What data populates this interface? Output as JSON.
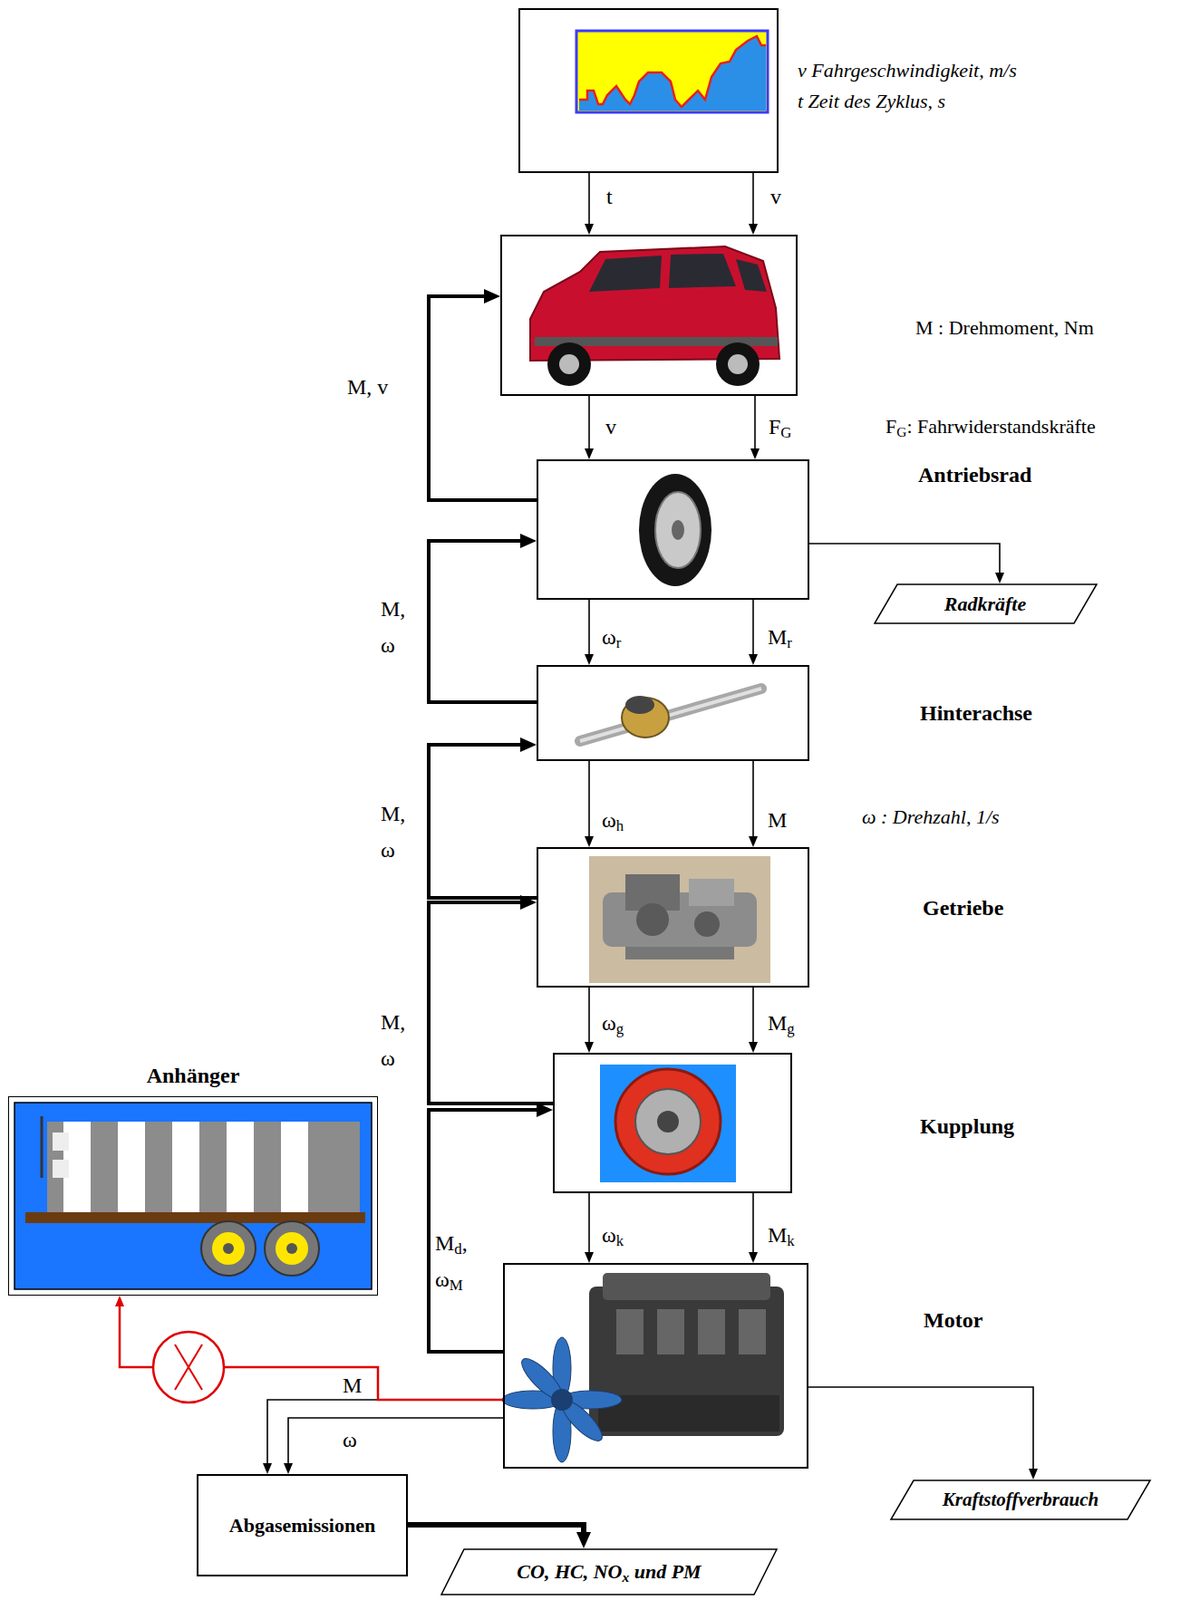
{
  "diagram": {
    "nodes": [
      {
        "text": [
          "v Fahrgeschwindigkeit, m/s",
          "t Zeit des Zyklus, s"
        ]
      },
      {
        "text": [
          "M : Drehmoment, Nm"
        ]
      },
      {
        "text": [
          "Antriebsrad"
        ]
      },
      {
        "text": [
          "Radkräfte"
        ]
      },
      {
        "text": [
          "Hinterachse"
        ]
      },
      {
        "text": [
          "Getriebe"
        ]
      },
      {
        "text": [
          "Anhänger"
        ]
      },
      {
        "text": [
          "Kupplung"
        ]
      },
      {
        "text": [
          "Motor"
        ]
      },
      {
        "text": [
          "Kraftstoffverbrauch"
        ]
      },
      {
        "text": [
          "Abgasemissionen"
        ]
      },
      {
        "text": [
          "CO, HC, NOx und PM"
        ]
      }
    ],
    "edges": [
      {
        "from": 0,
        "to": 1,
        "label": "t",
        "arrow": "to"
      },
      {
        "from": 0,
        "to": 1,
        "label": "v",
        "arrow": "to"
      },
      {
        "from": 1,
        "to": 2,
        "label": "v",
        "arrow": "to"
      },
      {
        "from": 1,
        "to": 2,
        "label": "FG",
        "arrow": "to"
      },
      {
        "from": 2,
        "to": 1,
        "label": "M, v",
        "arrow": "to"
      },
      {
        "from": 2,
        "to": 3,
        "arrow": "to"
      },
      {
        "from": 2,
        "to": 4,
        "label": "ωr",
        "arrow": "to"
      },
      {
        "from": 2,
        "to": 4,
        "label": "Mr",
        "arrow": "to"
      },
      {
        "from": 4,
        "to": 2,
        "label": "M, ω",
        "arrow": "to"
      },
      {
        "from": 4,
        "to": 5,
        "label": "ωh",
        "arrow": "to"
      },
      {
        "from": 4,
        "to": 5,
        "label": "M",
        "arrow": "to"
      },
      {
        "from": 5,
        "to": 4,
        "label": "M, ω",
        "arrow": "to"
      },
      {
        "from": 5,
        "to": 7,
        "label": "ωg",
        "arrow": "to"
      },
      {
        "from": 5,
        "to": 7,
        "label": "Mg",
        "arrow": "to"
      },
      {
        "from": 7,
        "to": 5,
        "label": "M, ω",
        "arrow": "to"
      },
      {
        "from": 7,
        "to": 8,
        "label": "ωk",
        "arrow": "to"
      },
      {
        "from": 7,
        "to": 8,
        "label": "Mk",
        "arrow": "to"
      },
      {
        "from": 8,
        "to": 7,
        "label": "Md, ωM",
        "arrow": "to"
      },
      {
        "from": 8,
        "to": 9,
        "arrow": "to"
      },
      {
        "from": 8,
        "to": 10,
        "label": "M",
        "arrow": "to"
      },
      {
        "from": 8,
        "to": 10,
        "label": "ω",
        "arrow": "to"
      },
      {
        "from": 8,
        "to": 6,
        "arrow": "to"
      },
      {
        "from": 10,
        "to": 11,
        "arrow": "to"
      }
    ],
    "labels": [
      "FG: Fahrwiderstandskräfte",
      "ω : Drehzahl, 1/s"
    ]
  }
}
